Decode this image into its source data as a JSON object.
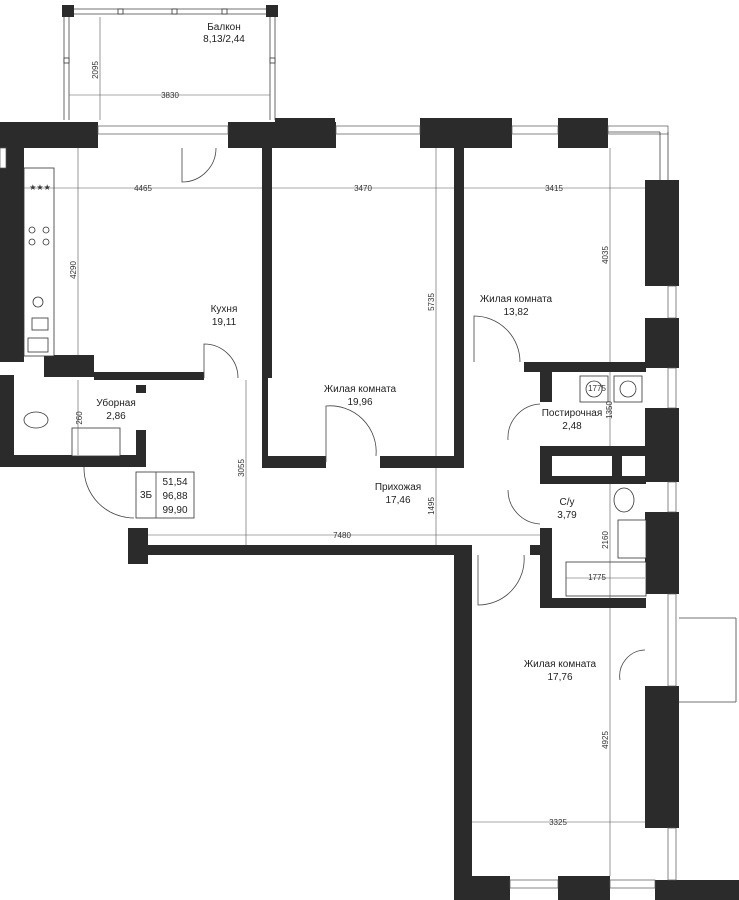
{
  "rooms": {
    "balcony": {
      "name": "Балкон",
      "area": "8,13/2,44"
    },
    "kitchen": {
      "name": "Кухня",
      "area": "19,11"
    },
    "living1": {
      "name": "Жилая комната",
      "area": "19,96"
    },
    "living2": {
      "name": "Жилая комната",
      "area": "13,82"
    },
    "toilet": {
      "name": "Уборная",
      "area": "2,86"
    },
    "laundry": {
      "name": "Постирочная",
      "area": "2,48"
    },
    "hall": {
      "name": "Прихожая",
      "area": "17,46"
    },
    "bath": {
      "name": "С/у",
      "area": "3,79"
    },
    "living3": {
      "name": "Жилая комната",
      "area": "17,76"
    }
  },
  "summary": {
    "type": "3Б",
    "v1": "51,54",
    "v2": "96,88",
    "v3": "99,90"
  },
  "dims": {
    "d2095": "2095",
    "d3830": "3830",
    "d4465": "4465",
    "d3470": "3470",
    "d3415": "3415",
    "d4290": "4290",
    "d5735": "5735",
    "d4035": "4035",
    "d260": "260",
    "d3055": "3055",
    "d1495": "1495",
    "d7480": "7480",
    "d1775a": "1775",
    "d1350": "1350",
    "d2160": "2160",
    "d1775b": "1775",
    "d4925": "4925",
    "d3325": "3325"
  },
  "colors": {
    "wall": "#2b2b2b",
    "line": "#555555"
  }
}
